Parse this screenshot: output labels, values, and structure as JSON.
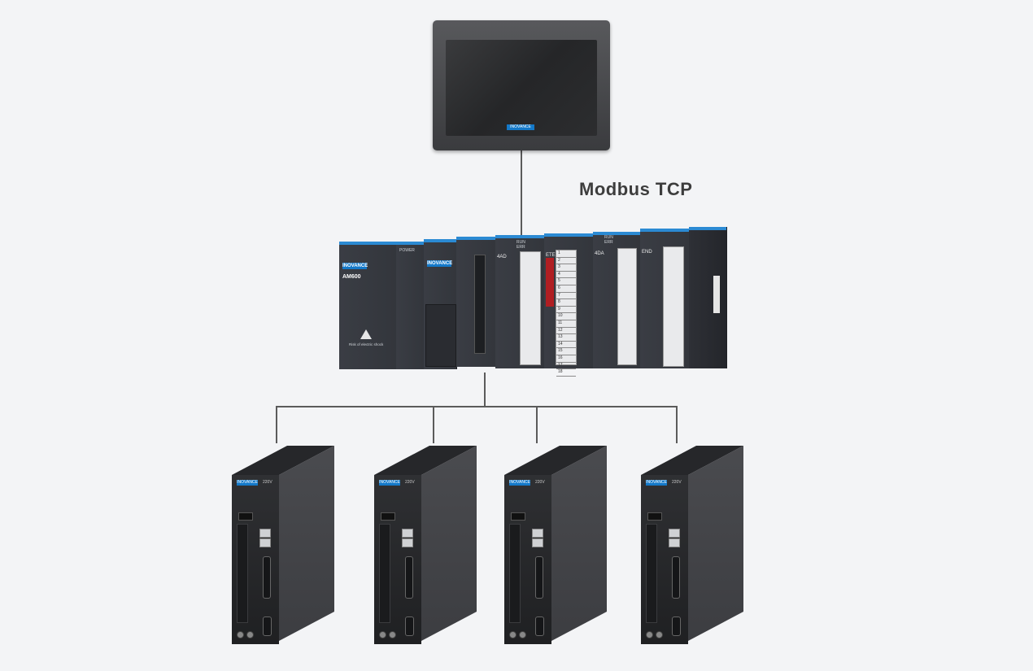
{
  "diagram": {
    "network_label": "Modbus TCP",
    "hmi": {
      "brand": "INOVANCE"
    },
    "plc": {
      "brand": "INOVANCE",
      "model": "AM600",
      "power_label": "POWER",
      "warning_text": "Risk of electric shock",
      "modules": [
        {
          "tag": "4AD",
          "status": [
            "RUN",
            "ERR"
          ]
        },
        {
          "tag": "ETE"
        },
        {
          "tag": "4DA",
          "status": [
            "RUN",
            "ERR"
          ]
        },
        {
          "tag": "END"
        }
      ],
      "terminal_numbers": [
        "1",
        "2",
        "3",
        "4",
        "5",
        "6",
        "7",
        "8",
        "9",
        "10",
        "11",
        "12",
        "13",
        "14",
        "15",
        "16",
        "17",
        "18"
      ]
    },
    "servo_drives": [
      {
        "brand": "INOVANCE",
        "voltage": "220V"
      },
      {
        "brand": "INOVANCE",
        "voltage": "220V"
      },
      {
        "brand": "INOVANCE",
        "voltage": "220V"
      },
      {
        "brand": "INOVANCE",
        "voltage": "220V"
      }
    ]
  }
}
